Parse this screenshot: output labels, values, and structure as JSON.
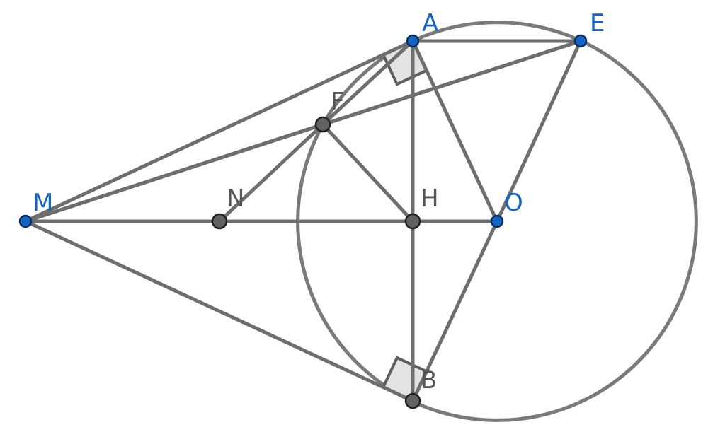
{
  "points": {
    "A": {
      "label": "A",
      "color": "#1565c0"
    },
    "E": {
      "label": "E",
      "color": "#1565c0"
    },
    "F": {
      "label": "F",
      "color": "#555555"
    },
    "M": {
      "label": "M",
      "color": "#1565c0"
    },
    "N": {
      "label": "N",
      "color": "#555555"
    },
    "H": {
      "label": "H",
      "color": "#555555"
    },
    "O": {
      "label": "O",
      "color": "#1565c0"
    },
    "B": {
      "label": "B",
      "color": "#555555"
    }
  },
  "segments": [
    [
      "M",
      "A"
    ],
    [
      "M",
      "F"
    ],
    [
      "M",
      "E"
    ],
    [
      "M",
      "O"
    ],
    [
      "M",
      "B"
    ],
    [
      "A",
      "E"
    ],
    [
      "A",
      "F"
    ],
    [
      "A",
      "H"
    ],
    [
      "A",
      "O"
    ],
    [
      "N",
      "F"
    ],
    [
      "F",
      "E"
    ],
    [
      "F",
      "H"
    ],
    [
      "H",
      "B"
    ],
    [
      "E",
      "O"
    ],
    [
      "B",
      "O"
    ]
  ],
  "circle": {
    "center": "O",
    "through": "A"
  },
  "right_angles": [
    {
      "vertex": "A",
      "between": [
        "M",
        "O"
      ]
    },
    {
      "vertex": "B",
      "between": [
        "M",
        "O"
      ]
    }
  ]
}
